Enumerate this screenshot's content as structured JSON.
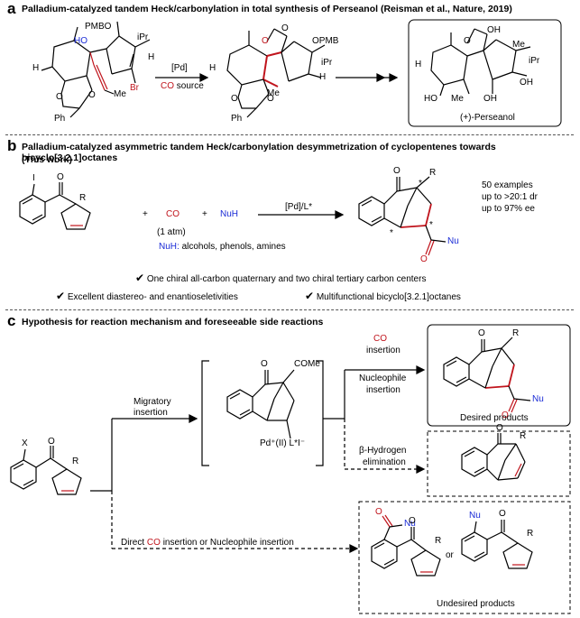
{
  "panel_a": {
    "letter": "a",
    "title": "Palladium-catalyzed tandem Heck/carbonylation in total synthesis of Perseanol (Reisman et al., Nature, 2019)",
    "reagent_pd": "[Pd]",
    "reagent_co": "CO",
    "reagent_source": "source",
    "product_name": "(+)-Perseanol",
    "atoms": {
      "pmbo": "PMBO",
      "ho": "HO",
      "ipr": "iPr",
      "h": "H",
      "ph": "Ph",
      "me": "Me",
      "br": "Br",
      "o": "O",
      "opmb": "OPMB",
      "oh": "OH"
    }
  },
  "panel_b": {
    "letter": "b",
    "title_line1": "Palladium-catalyzed asymmetric tandem Heck/carbonylation desymmetrization of cyclopentenes towards bicyclo[3.2.1]octanes",
    "title_line2": "(This work)",
    "plus": "+",
    "co": "CO",
    "co_pressure": "(1 atm)",
    "nuh": "NuH",
    "catalyst": "[Pd]/L*",
    "nuh_label": "NuH:",
    "nuh_desc": "alcohols, phenols, amines",
    "stats": [
      "50 examples",
      "up to >20:1 dr",
      "up to 97% ee"
    ],
    "checks": [
      "One chiral all-carbon quaternary and two chiral tertiary carbon centers",
      "Excellent diastereo- and enantioseletivities",
      "Multifunctional bicyclo[3.2.1]octanes"
    ],
    "atoms": {
      "i": "I",
      "o": "O",
      "r": "R",
      "nu": "Nu",
      "star": "*"
    }
  },
  "panel_c": {
    "letter": "c",
    "title": "Hypothesis for reaction mechanism and foreseeable side reactions",
    "migratory": "Migratory",
    "insertion": "insertion",
    "co": "CO",
    "co_insertion": "insertion",
    "nucleophile": "Nucleophile",
    "nuc_insertion": "insertion",
    "beta_h": "β-Hydrogen",
    "elimination": "elimination",
    "direct_prefix": "Direct",
    "direct_co": "CO",
    "direct_suffix": "insertion or Nucleophile insertion",
    "desired": "Desired products",
    "undesired": "Undesired products",
    "or": "or",
    "intermediate_pd": "Pd⁺(II) L*I⁻",
    "atoms": {
      "x": "X",
      "o": "O",
      "r": "R",
      "come": "COMe",
      "nu": "Nu"
    }
  },
  "colors": {
    "accent_red": "#c0141c",
    "accent_blue": "#1a2bd6"
  },
  "icons": [
    "checkmark-icon",
    "reaction-arrow-icon"
  ]
}
